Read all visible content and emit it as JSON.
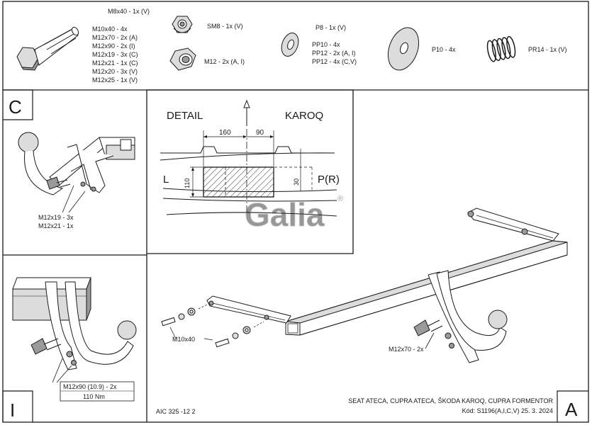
{
  "parts_list": {
    "bolt_m8x40": "M8x40 - 1x (V)",
    "bolt_lines": [
      "M10x40 - 4x",
      "M12x70 - 2x (A)",
      "M12x90 - 2x (I)",
      "M12x19 - 3x (C)",
      "M12x21 - 1x (C)",
      "M12x20 - 3x (V)",
      "M12x25 - 1x (V)"
    ],
    "nut_sm8": "SM8 - 1x (V)",
    "nut_m12": "M12 - 2x (A, I)",
    "washer_p8": "P8 - 1x (V)",
    "washer_pp_lines": [
      "PP10 - 4x",
      "PP12 - 2x (A, I)",
      "PP12 - 4x (C,V)"
    ],
    "washer_p10": "P10 - 4x",
    "spring_pr14": "PR14 - 1x (V)"
  },
  "panel_c": {
    "letter": "C",
    "callout": [
      "M12x19 - 3x",
      "M12x21 - 1x"
    ]
  },
  "detail": {
    "left_title": "DETAIL",
    "right_title": "KAROQ",
    "dim_left": "160",
    "dim_right": "90",
    "dim_height": "110",
    "dim_small": "30",
    "label_l": "L",
    "label_pr": "P(R)",
    "logo": "Galia",
    "registered": "®"
  },
  "panel_i": {
    "letter": "I",
    "callout": [
      "M12x90 (10.9) - 2x",
      "110 Nm"
    ]
  },
  "main": {
    "label_bolts": "M10x40",
    "label_ball": "M12x70 - 2x",
    "letter": "A"
  },
  "footer": {
    "doc_code": "AIC 325 -12 2",
    "vehicles": "SEAT ATECA, CUPRA ATECA, ŠKODA KAROQ, CUPRA FORMENTOR",
    "code_line": "Kód: S1196(A,I,C,V)  25. 3. 2024"
  }
}
